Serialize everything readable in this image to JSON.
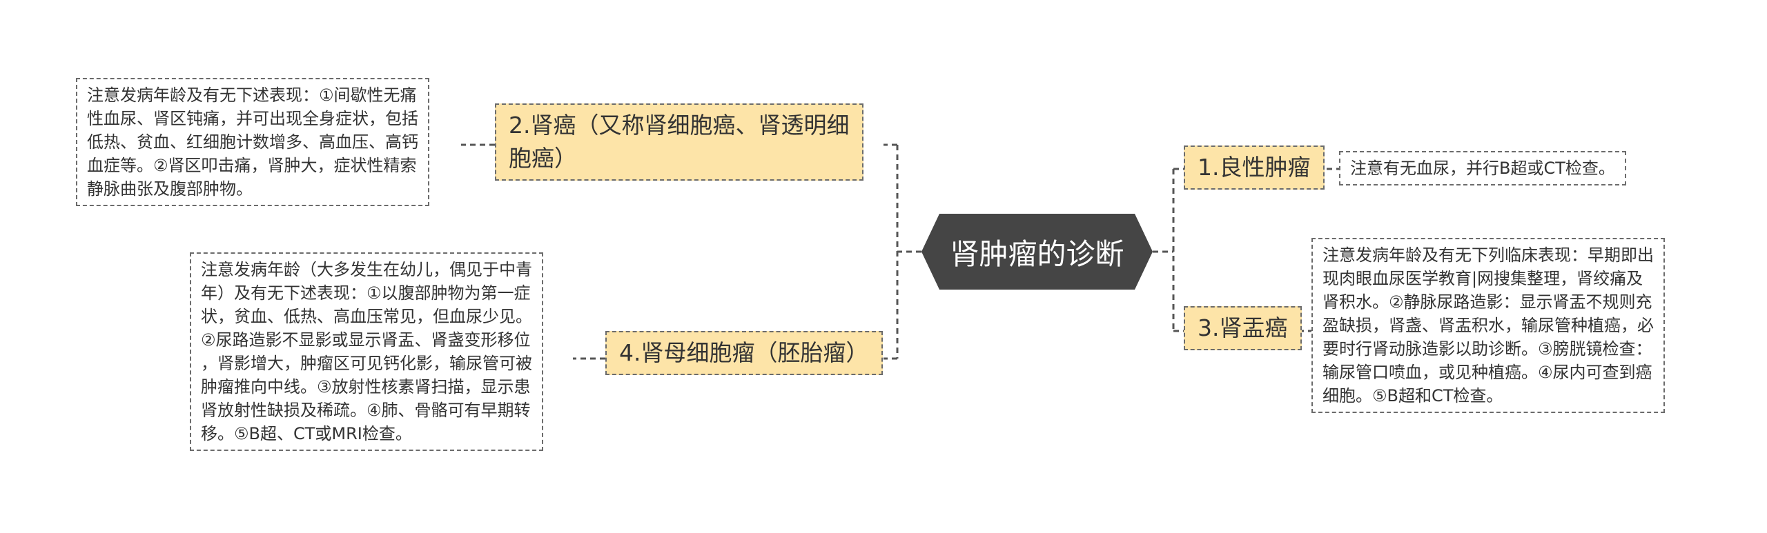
{
  "root": {
    "title": "肾肿瘤的诊断"
  },
  "branches": {
    "b1": {
      "label": "1.良性肿瘤",
      "note": [
        "注意有无血尿，并行B超或CT检查。"
      ]
    },
    "b2": {
      "label_lines": [
        "2.肾癌（又称肾细胞癌、肾透明细",
        "胞癌）"
      ],
      "note": [
        "注意发病年龄及有无下述表现：①间歇性无痛",
        "性血尿、肾区钝痛，并可出现全身症状，包括",
        "低热、贫血、红细胞计数增多、高血压、高钙",
        "血症等。②肾区叩击痛，肾肿大，症状性精索",
        "静脉曲张及腹部肿物。"
      ]
    },
    "b3": {
      "label": "3.肾盂癌",
      "note": [
        "注意发病年龄及有无下列临床表现：早期即出",
        "现肉眼血尿医学教育|网搜集整理，肾绞痛及",
        "肾积水。②静脉尿路造影：显示肾盂不规则充",
        "盈缺损，肾盏、肾盂积水，输尿管种植癌，必",
        "要时行肾动脉造影以助诊断。③膀胱镜检查：",
        "输尿管口喷血，或见种植癌。④尿内可查到癌",
        "细胞。⑤B超和CT检查。"
      ]
    },
    "b4": {
      "label": "4.肾母细胞瘤（胚胎瘤）",
      "note": [
        "注意发病年龄（大多发生在幼儿，偶见于中青",
        "年）及有无下述表现：①以腹部肿物为第一症",
        "状，贫血、低热、高血压常见，但血尿少见。",
        "②尿路造影不显影或显示肾盂、肾盏变形移位",
        "，肾影增大，肿瘤区可见钙化影，输尿管可被",
        "肿瘤推向中线。③放射性核素肾扫描，显示患",
        "肾放射性缺损及稀疏。④肺、骨骼可有早期转",
        "移。⑤B超、CT或MRI检查。"
      ]
    }
  },
  "colors": {
    "branch_fill": "#fde4a8",
    "root_fill": "#454545",
    "line": "#555555"
  }
}
